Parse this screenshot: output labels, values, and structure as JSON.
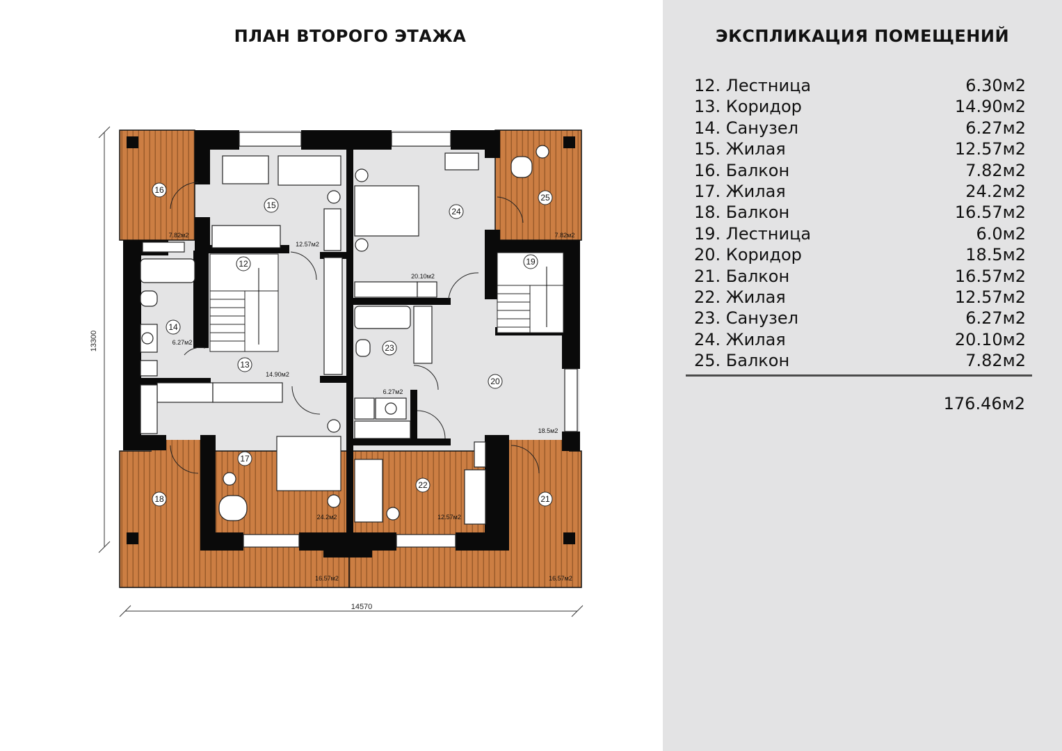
{
  "plan": {
    "title": "ПЛАН ВТОРОГО ЭТАЖА",
    "dimension_height": "13300",
    "dimension_width": "14570",
    "rooms": [
      {
        "number": "12",
        "area": "12.57м2"
      },
      {
        "number": "13",
        "area": "14.90м2"
      },
      {
        "number": "14",
        "area": "6.27м2"
      },
      {
        "number": "15",
        "area": ""
      },
      {
        "number": "16",
        "area": "7.82м2"
      },
      {
        "number": "17",
        "area": "24.2м2"
      },
      {
        "number": "18",
        "area": "16.57м2"
      },
      {
        "number": "19",
        "area": ""
      },
      {
        "number": "20",
        "area": "18.5м2"
      },
      {
        "number": "21",
        "area": "16.57м2"
      },
      {
        "number": "22",
        "area": "12.57м2"
      },
      {
        "number": "23",
        "area": "6.27м2"
      },
      {
        "number": "24",
        "area": "20.10м2"
      },
      {
        "number": "25",
        "area": "7.82м2"
      }
    ],
    "colors": {
      "wall": "#0a0a0a",
      "floor": "#e4e4e5",
      "balcony": "#cc7e43",
      "balcony_lines": "#8a4f22"
    }
  },
  "legend": {
    "title": "ЭКСПЛИКАЦИЯ ПОМЕЩЕНИЙ",
    "items": [
      {
        "label": "12. Лестница",
        "area": "6.30м2"
      },
      {
        "label": "13. Коридор",
        "area": "14.90м2"
      },
      {
        "label": "14. Санузел",
        "area": "6.27м2"
      },
      {
        "label": "15. Жилая",
        "area": "12.57м2"
      },
      {
        "label": "16. Балкон",
        "area": "7.82м2"
      },
      {
        "label": "17. Жилая",
        "area": "24.2м2"
      },
      {
        "label": "18. Балкон",
        "area": "16.57м2"
      },
      {
        "label": "19. Лестница",
        "area": "6.0м2"
      },
      {
        "label": "20. Коридор",
        "area": "18.5м2"
      },
      {
        "label": "21. Балкон",
        "area": "16.57м2"
      },
      {
        "label": "22. Жилая",
        "area": "12.57м2"
      },
      {
        "label": "23. Санузел",
        "area": "6.27м2"
      },
      {
        "label": "24. Жилая",
        "area": "20.10м2"
      },
      {
        "label": "25. Балкон",
        "area": "7.82м2"
      }
    ],
    "total": "176.46м2"
  }
}
